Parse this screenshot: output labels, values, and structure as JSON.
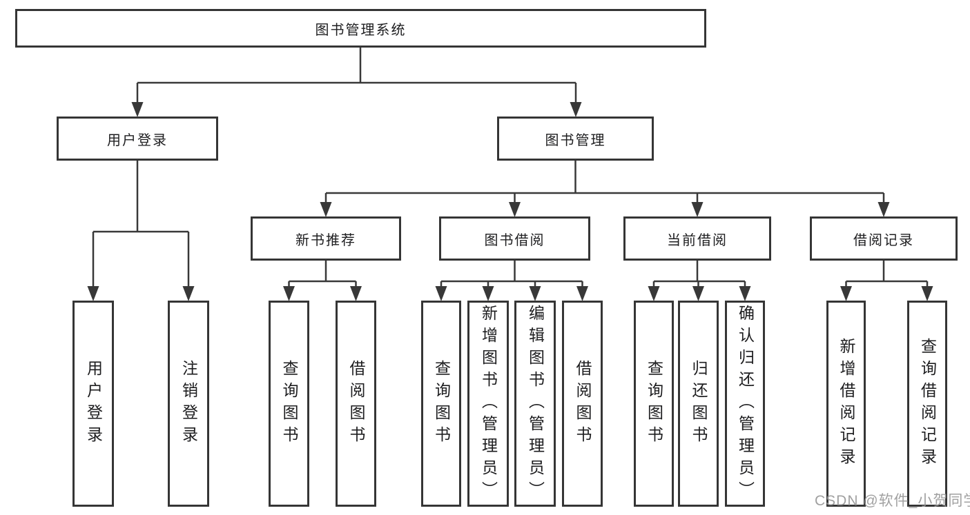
{
  "colors": {
    "background": "#ffffff",
    "box_border": "#353535",
    "connector": "#383838",
    "text": "#1d1d1f",
    "watermark": "#969696"
  },
  "diagram": {
    "type": "tree",
    "root": "图书管理系统",
    "branches": [
      {
        "label": "用户登录",
        "children": [
          "用户登录",
          "注销登录"
        ]
      },
      {
        "label": "图书管理",
        "children": [
          {
            "label": "新书推荐",
            "children": [
              "查询图书",
              "借阅图书"
            ]
          },
          {
            "label": "图书借阅",
            "children": [
              "查询图书",
              "新增图书（管理员）",
              "编辑图书（管理员）",
              "借阅图书"
            ]
          },
          {
            "label": "当前借阅",
            "children": [
              "查询图书",
              "归还图书",
              "确认归还（管理员）"
            ]
          },
          {
            "label": "借阅记录",
            "children": [
              "新增借阅记录",
              "查询借阅记录"
            ]
          }
        ]
      }
    ]
  },
  "watermark": {
    "text": "CSDN @软件_小贺同学"
  }
}
